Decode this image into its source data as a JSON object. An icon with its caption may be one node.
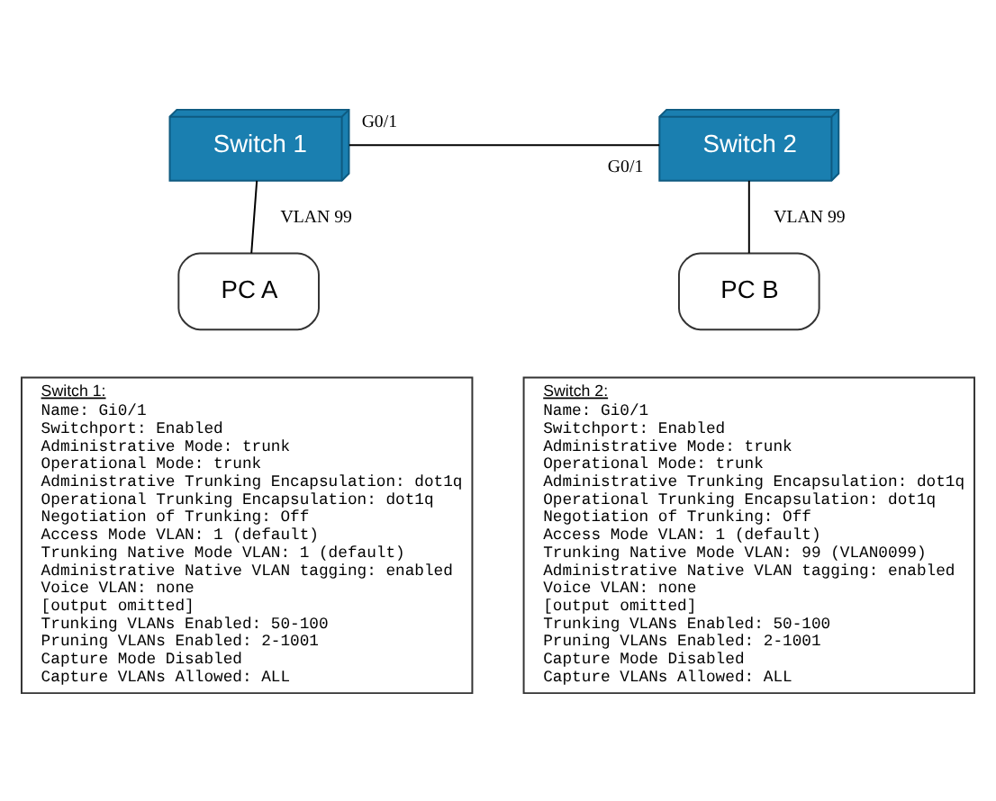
{
  "diagram": {
    "nodes": [
      {
        "text": [
          "Switch 1"
        ],
        "beside": [
          "G0/1"
        ]
      },
      {
        "text": [
          "Switch 2"
        ],
        "beside": [
          "G0/1"
        ]
      },
      {
        "text": [
          "PC A"
        ]
      },
      {
        "text": [
          "PC B"
        ]
      },
      {
        "text": [
          "Switch 1:",
          "Name: Gi0/1",
          "Switchport: Enabled",
          "Administrative Mode: trunk",
          "Operational Mode: trunk",
          "Administrative Trunking Encapsulation: dot1q",
          "Operational Trunking Encapsulation: dot1q",
          "Negotiation of Trunking: Off",
          "Access Mode VLAN: 1 (default)",
          "Trunking Native Mode VLAN: 1 (default)",
          "Administrative Native VLAN tagging: enabled",
          "Voice VLAN: none",
          "[output omitted]",
          "Trunking VLANs Enabled: 50-100",
          "Pruning VLANs Enabled: 2-1001",
          "Capture Mode Disabled",
          "Capture VLANs Allowed: ALL"
        ]
      },
      {
        "text": [
          "Switch 2:",
          "Name: Gi0/1",
          "Switchport: Enabled",
          "Administrative Mode: trunk",
          "Operational Mode: trunk",
          "Administrative Trunking Encapsulation: dot1q",
          "Operational Trunking Encapsulation: dot1q",
          "Negotiation of Trunking: Off",
          "Access Mode VLAN: 1 (default)",
          "Trunking Native Mode VLAN: 99 (VLAN0099)",
          "Administrative Native VLAN tagging: enabled",
          "Voice VLAN: none",
          "[output omitted]",
          "Trunking VLANs Enabled: 50-100",
          "Pruning VLANs Enabled: 2-1001",
          "Capture Mode Disabled",
          "Capture VLANs Allowed: ALL"
        ]
      }
    ],
    "edges": [
      {
        "from": 0,
        "to": 1,
        "arrow": "none"
      },
      {
        "from": 0,
        "to": 2,
        "arrow": "none",
        "label": "VLAN 99"
      },
      {
        "from": 1,
        "to": 3,
        "arrow": "none",
        "label": "VLAN 99"
      }
    ]
  }
}
